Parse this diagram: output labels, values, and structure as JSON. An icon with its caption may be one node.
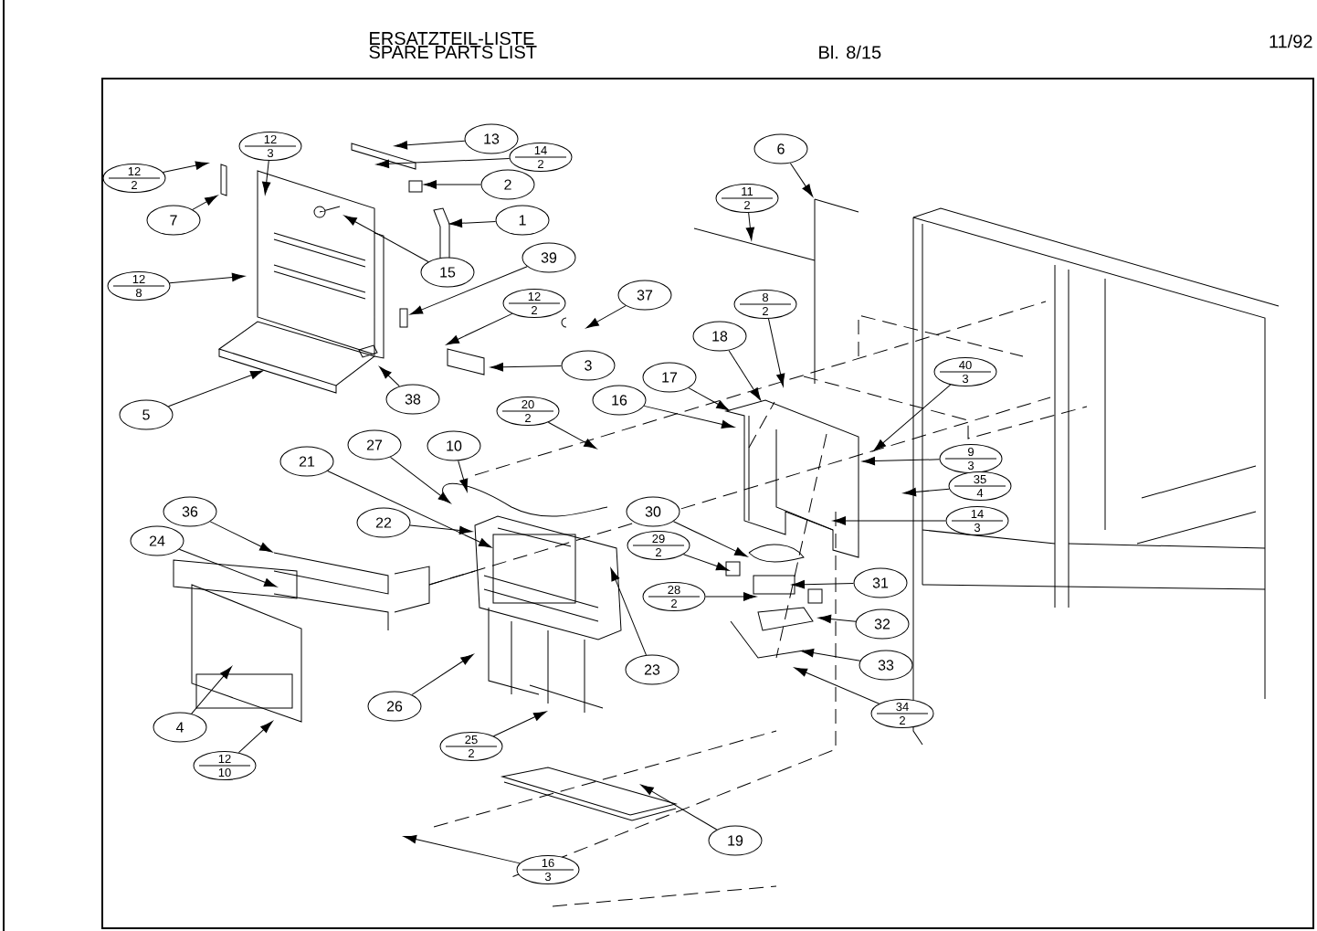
{
  "diagram": {
    "nodes": [
      {
        "text": [
          "12",
          "3"
        ]
      },
      {
        "text": [
          "13"
        ]
      },
      {
        "text": [
          "14",
          "2"
        ]
      },
      {
        "text": [
          "12",
          "2"
        ]
      },
      {
        "text": [
          "2"
        ]
      },
      {
        "text": [
          "7"
        ]
      },
      {
        "text": [
          "1"
        ]
      },
      {
        "text": [
          "15"
        ]
      },
      {
        "text": [
          "39"
        ]
      },
      {
        "text": [
          "12",
          "8"
        ]
      },
      {
        "text": [
          "12",
          "2"
        ]
      },
      {
        "text": [
          "37"
        ]
      },
      {
        "text": [
          "3"
        ]
      },
      {
        "text": [
          "38"
        ]
      },
      {
        "text": [
          "5"
        ]
      },
      {
        "text": [
          "6"
        ]
      },
      {
        "text": [
          "11",
          "2"
        ]
      },
      {
        "text": [
          "8",
          "2"
        ]
      },
      {
        "text": [
          "18"
        ]
      },
      {
        "text": [
          "17"
        ]
      },
      {
        "text": [
          "16"
        ]
      },
      {
        "text": [
          "20",
          "2"
        ]
      },
      {
        "text": [
          "40",
          "3"
        ]
      },
      {
        "text": [
          "9",
          "3"
        ]
      },
      {
        "text": [
          "27"
        ]
      },
      {
        "text": [
          "10"
        ]
      },
      {
        "text": [
          "21"
        ]
      },
      {
        "text": [
          "22"
        ]
      },
      {
        "text": [
          "35",
          "4"
        ]
      },
      {
        "text": [
          "36"
        ]
      },
      {
        "text": [
          "30"
        ]
      },
      {
        "text": [
          "14",
          "3"
        ]
      },
      {
        "text": [
          "24"
        ]
      },
      {
        "text": [
          "29",
          "2"
        ]
      },
      {
        "text": [
          "31"
        ]
      },
      {
        "text": [
          "28",
          "2"
        ]
      },
      {
        "text": [
          "32"
        ]
      },
      {
        "text": [
          "33"
        ]
      },
      {
        "text": [
          "23"
        ]
      },
      {
        "text": [
          "26"
        ]
      },
      {
        "text": [
          "4"
        ]
      },
      {
        "text": [
          "25",
          "2"
        ]
      },
      {
        "text": [
          "12",
          "10"
        ]
      },
      {
        "text": [
          "34",
          "2"
        ]
      },
      {
        "text": [
          "19"
        ]
      },
      {
        "text": [
          "16",
          "3"
        ]
      }
    ],
    "edges": [
      {
        "from": 0,
        "to": null,
        "arrow": "to"
      },
      {
        "from": 1,
        "to": null,
        "arrow": "to"
      },
      {
        "from": 2,
        "to": null,
        "arrow": "to"
      },
      {
        "from": 3,
        "to": null,
        "arrow": "to"
      },
      {
        "from": 4,
        "to": null,
        "arrow": "to"
      },
      {
        "from": 5,
        "to": null,
        "arrow": "to"
      },
      {
        "from": 6,
        "to": null,
        "arrow": "to"
      },
      {
        "from": 7,
        "to": null,
        "arrow": "to"
      },
      {
        "from": 8,
        "to": null,
        "arrow": "to"
      },
      {
        "from": 9,
        "to": null,
        "arrow": "to"
      },
      {
        "from": 10,
        "to": null,
        "arrow": "to"
      },
      {
        "from": 11,
        "to": null,
        "arrow": "to"
      },
      {
        "from": 12,
        "to": null,
        "arrow": "to"
      },
      {
        "from": 13,
        "to": null,
        "arrow": "to"
      },
      {
        "from": 14,
        "to": null,
        "arrow": "to"
      },
      {
        "from": 15,
        "to": null,
        "arrow": "to"
      },
      {
        "from": 16,
        "to": null,
        "arrow": "to"
      },
      {
        "from": 17,
        "to": null,
        "arrow": "to"
      },
      {
        "from": 18,
        "to": null,
        "arrow": "to"
      },
      {
        "from": 19,
        "to": null,
        "arrow": "to"
      },
      {
        "from": 20,
        "to": null,
        "arrow": "to"
      },
      {
        "from": 21,
        "to": null,
        "arrow": "to"
      },
      {
        "from": 22,
        "to": null,
        "arrow": "to"
      },
      {
        "from": 23,
        "to": null,
        "arrow": "to"
      },
      {
        "from": 24,
        "to": null,
        "arrow": "to"
      },
      {
        "from": 25,
        "to": null,
        "arrow": "to"
      },
      {
        "from": 26,
        "to": null,
        "arrow": "to"
      },
      {
        "from": 27,
        "to": null,
        "arrow": "to"
      },
      {
        "from": 28,
        "to": null,
        "arrow": "to"
      },
      {
        "from": 29,
        "to": null,
        "arrow": "to"
      },
      {
        "from": 30,
        "to": null,
        "arrow": "to"
      },
      {
        "from": 31,
        "to": null,
        "arrow": "to"
      },
      {
        "from": 32,
        "to": null,
        "arrow": "to"
      },
      {
        "from": 33,
        "to": null,
        "arrow": "to"
      },
      {
        "from": 34,
        "to": null,
        "arrow": "to"
      },
      {
        "from": 35,
        "to": null,
        "arrow": "to"
      },
      {
        "from": 36,
        "to": null,
        "arrow": "to"
      },
      {
        "from": 37,
        "to": null,
        "arrow": "to"
      },
      {
        "from": 38,
        "to": null,
        "arrow": "to"
      },
      {
        "from": 39,
        "to": null,
        "arrow": "to"
      },
      {
        "from": 40,
        "to": null,
        "arrow": "to"
      },
      {
        "from": 41,
        "to": null,
        "arrow": "to"
      },
      {
        "from": 42,
        "to": null,
        "arrow": "to"
      },
      {
        "from": 43,
        "to": null,
        "arrow": "to"
      },
      {
        "from": 44,
        "to": null,
        "arrow": "to"
      },
      {
        "from": 45,
        "to": null,
        "arrow": "to"
      }
    ],
    "labels": [
      "ERSATZTEIL-LISTE",
      "SPARE PARTS LIST",
      "Bl. 8/15",
      "11/92"
    ]
  }
}
